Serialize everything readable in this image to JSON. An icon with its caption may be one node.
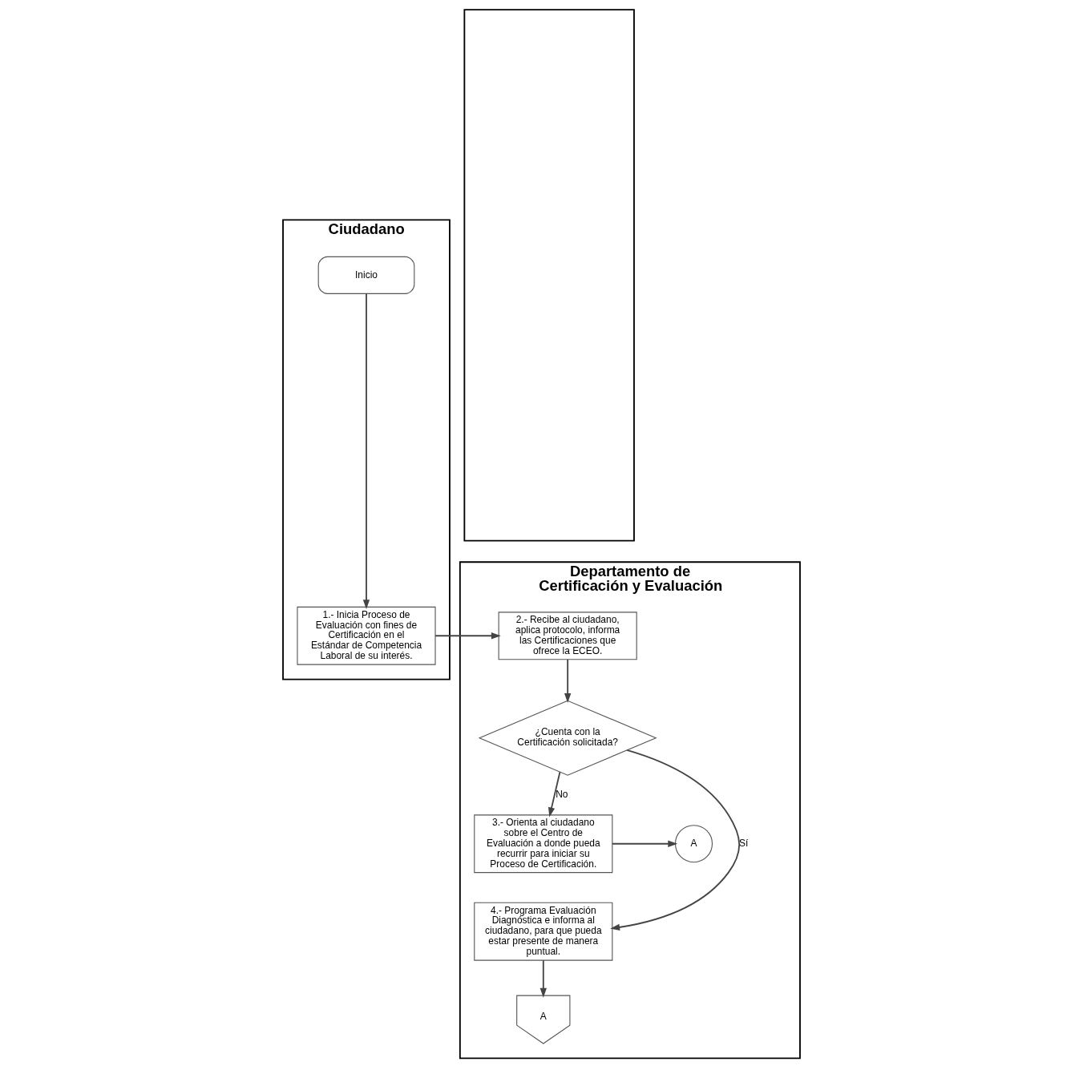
{
  "diagram": {
    "nodes": [
      {
        "text": [
          "Ciudadano"
        ]
      },
      {
        "text": [
          "Departamento de Certificación y Evaluación"
        ]
      },
      {
        "text": [],
        "shape": "box"
      },
      {
        "text": [
          "Inicio"
        ],
        "in": 0
      },
      {
        "text": [
          "1.- Inicia Proceso de Evaluación con fines de Certificación en el Estándar de Competencia Laboral de su interés."
        ],
        "in": 0
      },
      {
        "text": [
          "2.- Recibe al ciudadano, aplica protocolo, informa las Certificaciones que ofrece la ECEO."
        ],
        "in": 1
      },
      {
        "text": [
          "¿Cuenta con la Certificación solicitada?"
        ],
        "in": 1
      },
      {
        "text": [
          "3.- Orienta al ciudadano sobre el Centro de Evaluación a donde pueda recurrir para iniciar su Proceso de Certificación."
        ],
        "in": 1
      },
      {
        "text": [
          "A"
        ],
        "in": 1
      },
      {
        "text": [
          "4.- Programa Evaluación Diagnóstica e informa al ciudadano, para que pueda estar presente de manera puntual."
        ],
        "in": 1
      },
      {
        "text": [
          "A"
        ],
        "in": 1
      }
    ],
    "edges": [
      {
        "from": 3,
        "to": 4,
        "arrow": "to"
      },
      {
        "from": 4,
        "to": 5,
        "arrow": "to"
      },
      {
        "from": 5,
        "to": 6,
        "arrow": "to"
      },
      {
        "from": 6,
        "to": 9,
        "arrow": "to",
        "label": "Sí"
      },
      {
        "from": 6,
        "to": 7,
        "arrow": "to",
        "label": "No"
      },
      {
        "from": 7,
        "to": 8,
        "arrow": "to"
      },
      {
        "from": 9,
        "to": 10,
        "arrow": "to"
      }
    ]
  }
}
